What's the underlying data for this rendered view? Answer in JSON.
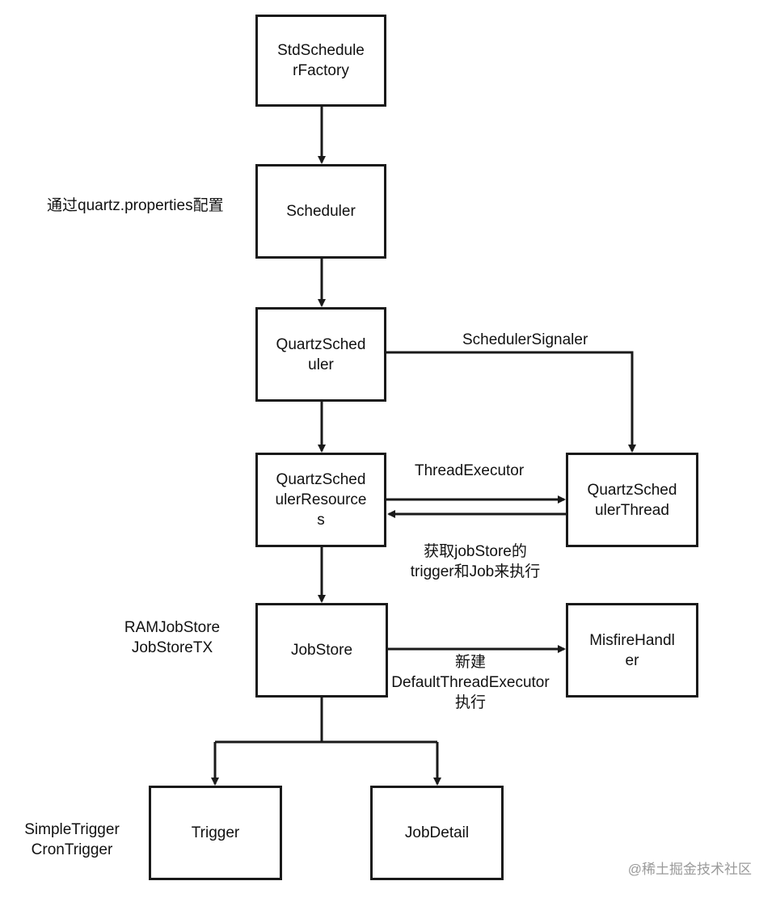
{
  "nodes": {
    "std_scheduler_factory": "StdSchedule\nrFactory",
    "scheduler": "Scheduler",
    "quartz_scheduler": "QuartzSched\nuler",
    "quartz_scheduler_resources": "QuartzSched\nulerResource\ns",
    "quartz_scheduler_thread": "QuartzSched\nulerThread",
    "job_store": "JobStore",
    "misfire_handler": "MisfireHandl\ner",
    "trigger": "Trigger",
    "job_detail": "JobDetail"
  },
  "notes": {
    "scheduler_config": "通过quartz.properties配置",
    "scheduler_signaler": "SchedulerSignaler",
    "thread_executor": "ThreadExecutor",
    "get_jobstore": "获取jobStore的\ntrigger和Job来执行",
    "jobstore_impls": "RAMJobStore\nJobStoreTX",
    "new_default_executor": "新建\nDefaultThreadExecutor\n执行",
    "trigger_types": "SimpleTrigger\nCronTrigger"
  },
  "watermark": "@稀土掘金技术社区",
  "colors": {
    "stroke": "#1a1a1a",
    "background": "#ffffff",
    "watermark": "#9a9a9a"
  }
}
